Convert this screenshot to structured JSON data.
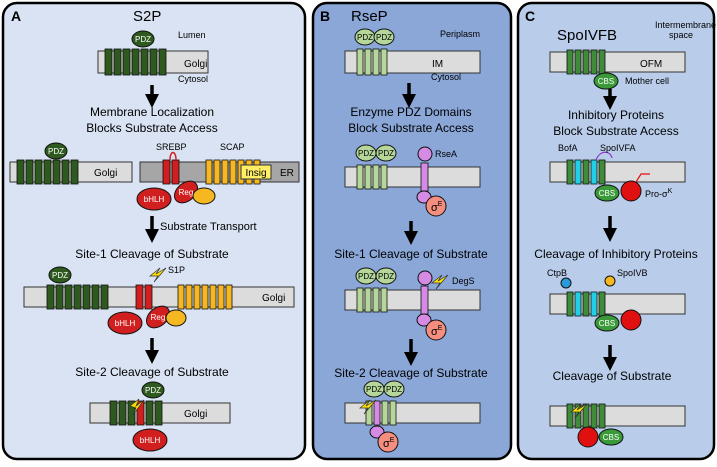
{
  "panel_a": {
    "letter": "A",
    "title": "S2P",
    "lumen_label": "Lumen",
    "cytosol_label": "Cytosol",
    "golgi_label": "Golgi",
    "pdz_label": "PDZ",
    "step1_line1": "Membrane Localization",
    "step1_line2": "Blocks Substrate Access",
    "srebp_label": "SREBP",
    "scap_label": "SCAP",
    "insig_label": "Insig",
    "er_label": "ER",
    "bhlh_label": "bHLH",
    "reg_label": "Reg",
    "transport_label": "Substrate Transport",
    "step2_title": "Site-1 Cleavage of Substrate",
    "s1p_label": "S1P",
    "step3_title": "Site-2 Cleavage of Substrate",
    "colors": {
      "bg": "#d9e3f3",
      "tm_green": "#2e5a1f",
      "substrate_red": "#d11f1f",
      "scap_yellow": "#f5b820"
    }
  },
  "panel_b": {
    "letter": "B",
    "title": "RseP",
    "periplasm_label": "Periplasm",
    "cytosol_label": "Cytosol",
    "im_label": "IM",
    "pdz_label": "PDZ",
    "step1_line1": "Enzyme PDZ Domains",
    "step1_line2": "Block Substrate Access",
    "rsea_label": "RseA",
    "sigma_label": "σ",
    "sigma_sup": "E",
    "step2_title": "Site-1 Cleavage of Substrate",
    "degs_label": "DegS",
    "step3_title": "Site-2 Cleavage of Substrate",
    "colors": {
      "bg": "#8aa7d8",
      "tm_green": "#b5d79a",
      "rsea_purple": "#d58be3",
      "sigma_salmon": "#f48e7e"
    }
  },
  "panel_c": {
    "letter": "C",
    "title": "SpoIVFB",
    "ims_line1": "Intermembrane",
    "ims_line2": "space",
    "ofm_label": "OFM",
    "mother_label": "Mother cell",
    "cbs_label": "CBS",
    "step1_line1": "Inhibitory Proteins",
    "step1_line2": "Block Substrate Access",
    "bofa_label": "BofA",
    "spoivfa_label": "SpoIVFA",
    "pro_sigma_label": "Pro-σ",
    "pro_sigma_sup": "K",
    "step2_title": "Cleavage of Inhibitory Proteins",
    "ctpb_label": "CtpB",
    "spoivb_label": "SpoIVB",
    "step3_title": "Cleavage of Substrate",
    "colors": {
      "bg": "#b9cdea",
      "tm_green": "#3e8c3a",
      "cbs_green": "#3a9a3a",
      "bofa_cyan": "#20d0e8",
      "prok_red": "#e01010"
    }
  }
}
